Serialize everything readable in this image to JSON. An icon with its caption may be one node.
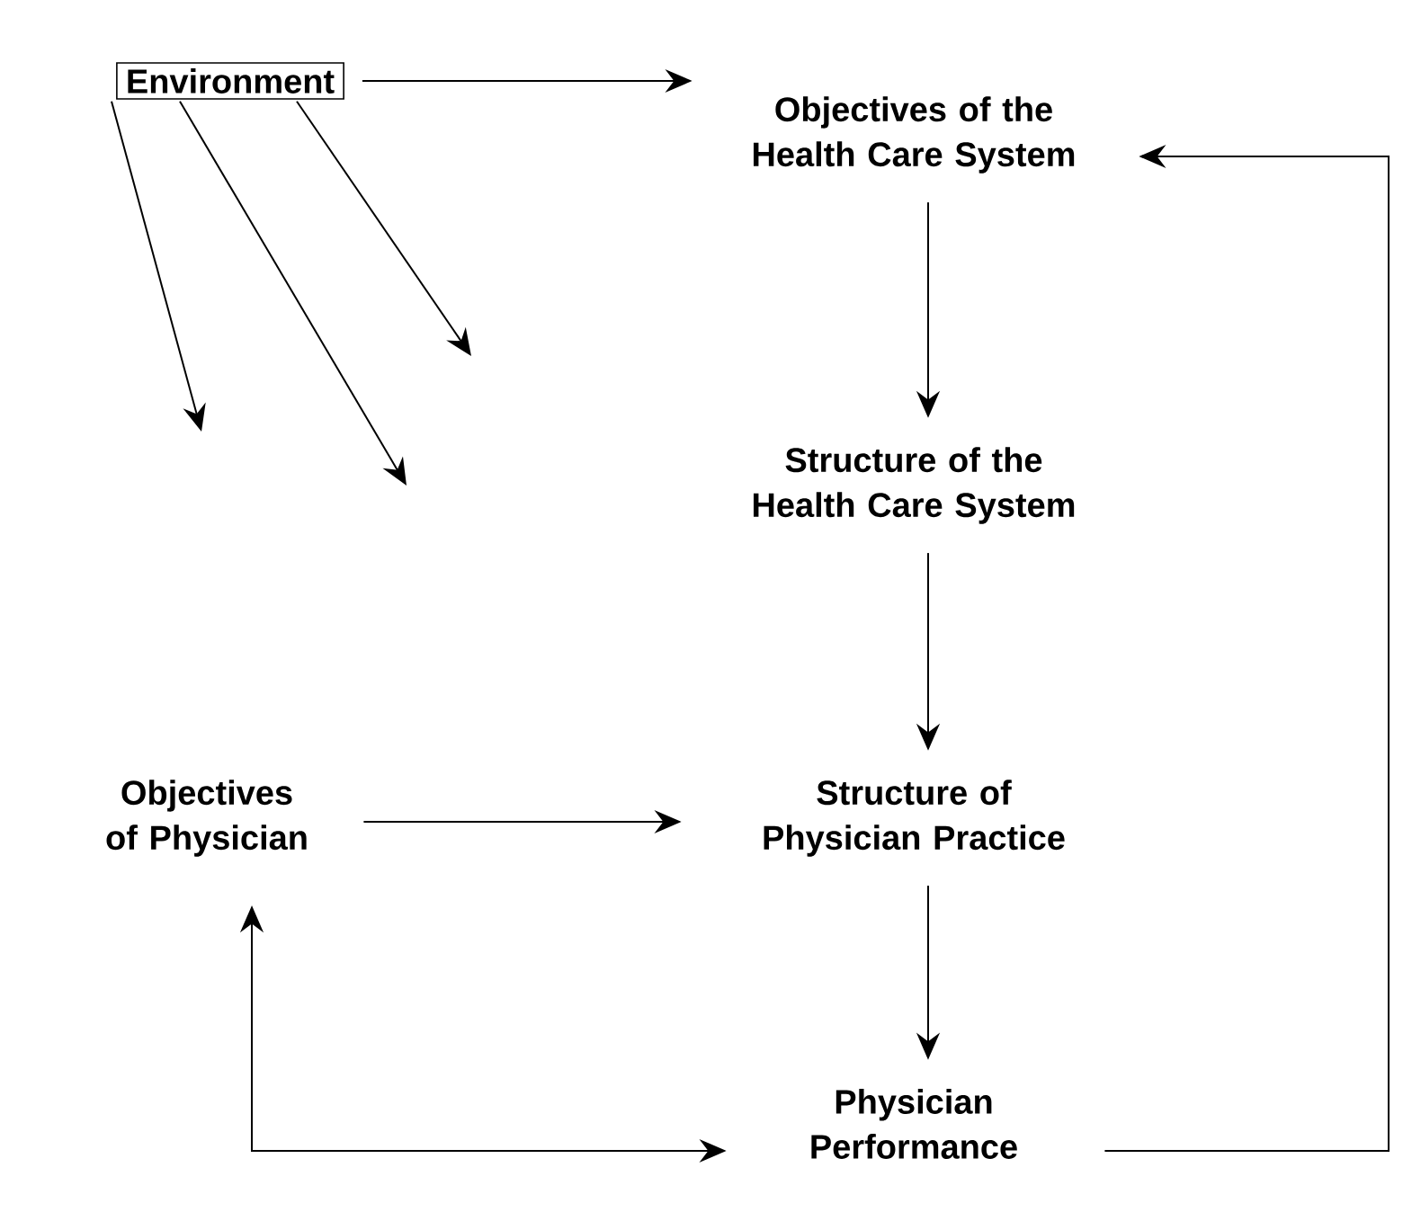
{
  "diagram": {
    "nodes": [
      {
        "text": [
          "Environment"
        ]
      },
      {
        "text": [
          "Objectives of the Health Care System"
        ]
      },
      {
        "text": [
          "Structure of the Health Care System"
        ]
      },
      {
        "text": [
          "Objectives of Physician"
        ]
      },
      {
        "text": [
          "Structure of Physician Practice"
        ]
      },
      {
        "text": [
          "Physician Performance"
        ]
      }
    ],
    "edges": [
      {
        "from": 0,
        "to": 1,
        "arrow": "to"
      },
      {
        "from": 0,
        "to": null,
        "arrow": "to"
      },
      {
        "from": 0,
        "to": null,
        "arrow": "to"
      },
      {
        "from": 0,
        "to": null,
        "arrow": "to"
      },
      {
        "from": 1,
        "to": 2,
        "arrow": "to"
      },
      {
        "from": 2,
        "to": 4,
        "arrow": "to"
      },
      {
        "from": 3,
        "to": 4,
        "arrow": "to"
      },
      {
        "from": 4,
        "to": 5,
        "arrow": "to"
      },
      {
        "from": 3,
        "to": 5,
        "arrow": "both"
      },
      {
        "from": 5,
        "to": 1,
        "arrow": "to"
      }
    ]
  }
}
